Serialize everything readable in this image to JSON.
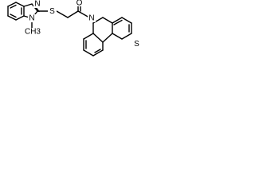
{
  "molecule": {
    "atom_labels": {
      "n_imidazole_methyl": "N",
      "methyl": "CH3",
      "n_imidazole": "N",
      "s_thioether": "S",
      "o_carbonyl": "O",
      "n_phenothiazine": "N",
      "s_phenothiazine": "S"
    }
  }
}
